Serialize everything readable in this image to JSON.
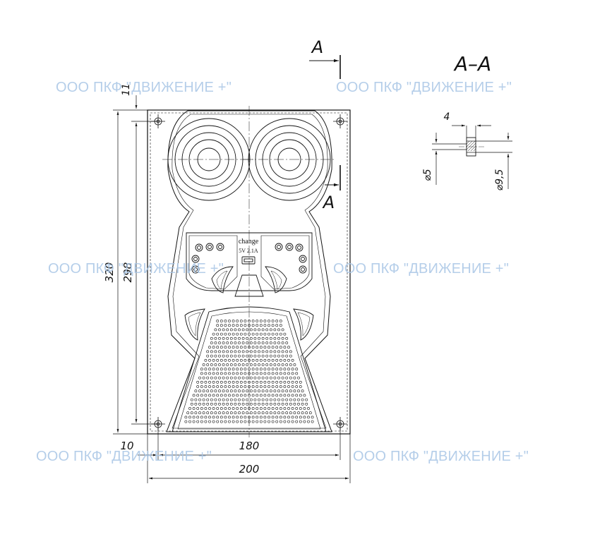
{
  "drawing": {
    "section_label": "A",
    "section_title": "A–A",
    "panel_text_line1": "change",
    "panel_text_line2": "5V 2.1A"
  },
  "dimensions": {
    "width_total": "200",
    "width_inner": "180",
    "offset_left": "10",
    "height_total": "320",
    "height_inner": "298",
    "offset_top": "11",
    "section_thickness": "4",
    "hole_small": "⌀5",
    "hole_large": "⌀9,5"
  },
  "watermarks": [
    "ООО ПКФ \"ДВИЖЕНИЕ +\"",
    "ООО ПКФ \"ДВИЖЕНИЕ +\"",
    "ООО ПКФ \"ДВИЖЕНИЕ +\"",
    "ООО ПКФ \"ДВИЖЕНИЕ +\"",
    "ООО ПКФ \"ДВИЖЕНИЕ +\"",
    "ООО ПКФ \"ДВИЖЕНИЕ +\""
  ]
}
